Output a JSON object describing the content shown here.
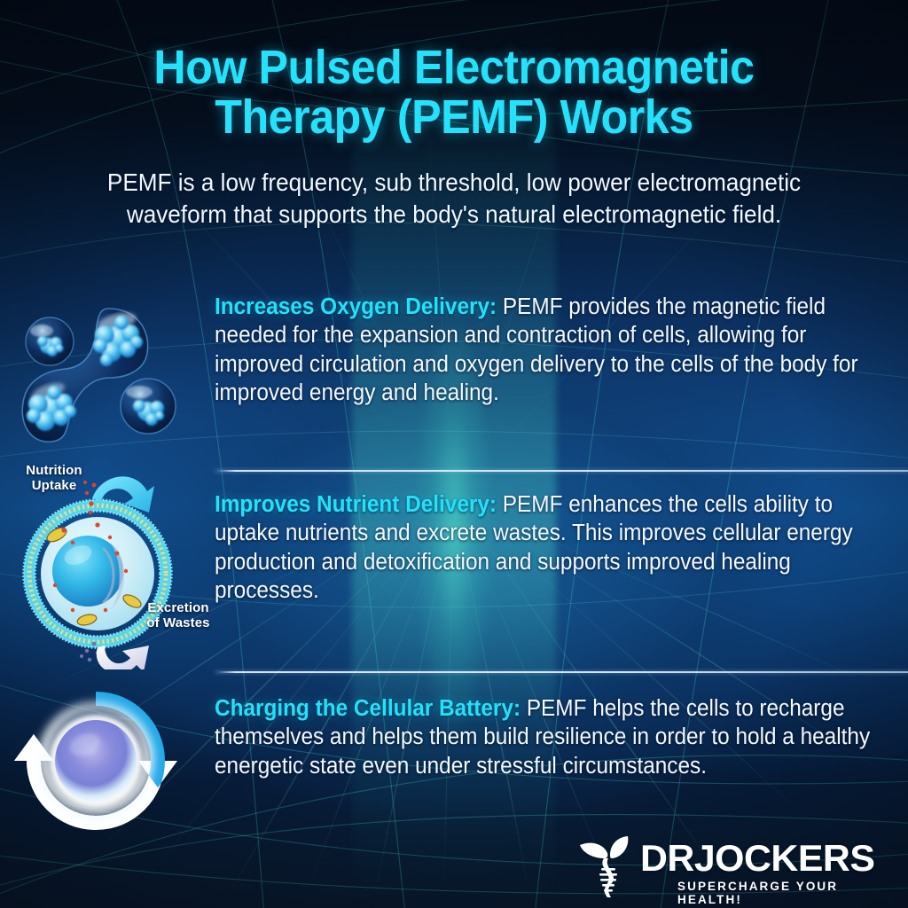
{
  "header": {
    "title": "How Pulsed Electromagnetic\nTherapy (PEMF) Works",
    "subtitle": "PEMF is a low frequency, sub threshold, low power electromagnetic\nwaveform that supports the body's natural electromagnetic field."
  },
  "colors": {
    "accent_cyan": "#24e1fb",
    "body_text": "#f4f9ff",
    "background_deep": "#05101f",
    "background_mid": "#115091",
    "beam_teal": "#5af0d2",
    "divider": "#e4f0fc"
  },
  "sections": [
    {
      "icon": "dividing-cells-icon",
      "heading": "Increases Oxygen Delivery:",
      "body": " PEMF provides the magnetic field needed for the expansion and contraction of cells, allowing for improved circulation and oxygen delivery to the cells of the body for improved energy and healing."
    },
    {
      "icon": "cell-membrane-icon",
      "heading": "Improves Nutrient Delivery:",
      "body": "  PEMF enhances the cells ability to uptake nutrients and excrete wastes. This improves cellular energy production and detoxification and supports improved healing processes."
    },
    {
      "icon": "recharge-cell-icon",
      "heading": "Charging the Cellular Battery:",
      "body": " PEMF helps the cells to recharge themselves and helps them build resilience in order to hold a healthy energetic state even under stressful circumstances."
    }
  ],
  "cell_diagram_labels": {
    "nutrition": "Nutrition\nUptake",
    "excretion": "Excretion\nof Wastes"
  },
  "logo": {
    "wordmark": "DRJOCKERS",
    "tagline": "SUPERCHARGE YOUR HEALTH!"
  }
}
